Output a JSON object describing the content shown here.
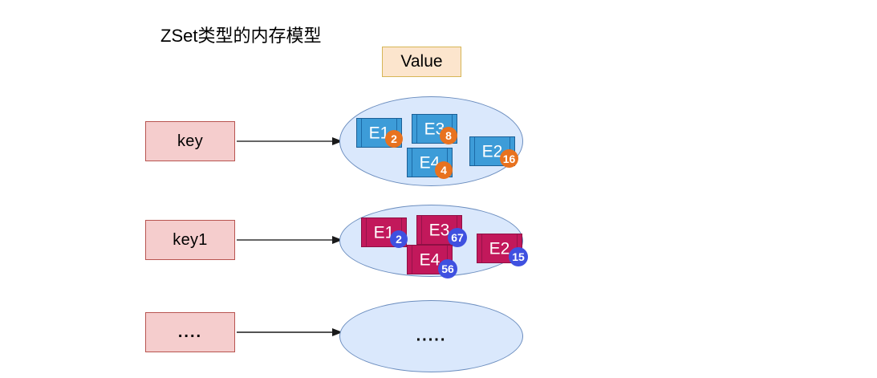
{
  "title": "ZSet类型的内存模型",
  "header": {
    "value_label": "Value"
  },
  "colors": {
    "key_fill": "#f5cdcd",
    "key_stroke": "#b85450",
    "value_header_fill": "#fce5cd",
    "value_header_stroke": "#d6b656",
    "ellipse_fill": "#dae8fc",
    "ellipse_stroke": "#6c8ebf",
    "member_blue": "#3d9cd8",
    "member_crimson": "#c2185b",
    "badge_orange": "#e8721f",
    "badge_indigo": "#3f51e0",
    "arrow_gray": "#666666",
    "arrow_black": "#1a1a1a"
  },
  "rows": [
    {
      "key": "key",
      "members": [
        {
          "name": "E1",
          "score": "2"
        },
        {
          "name": "E3",
          "score": "8"
        },
        {
          "name": "E4",
          "score": "4"
        },
        {
          "name": "E2",
          "score": "16"
        }
      ]
    },
    {
      "key": "key1",
      "members": [
        {
          "name": "E1",
          "score": "2"
        },
        {
          "name": "E3",
          "score": "67"
        },
        {
          "name": "E4",
          "score": "56"
        },
        {
          "name": "E2",
          "score": "15"
        }
      ]
    },
    {
      "key": "....",
      "ellipse_label": "....."
    }
  ]
}
